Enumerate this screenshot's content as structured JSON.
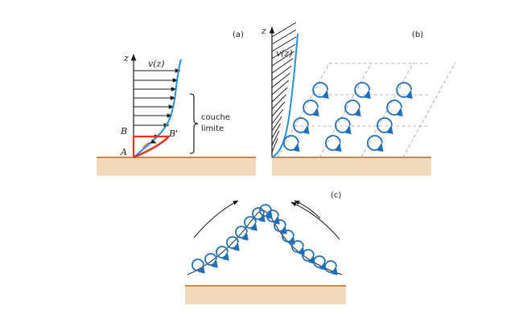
{
  "panel_a": {
    "tag": "(a)",
    "axis_label": "z",
    "velocity_label": "v(z)",
    "point_a": "A",
    "point_b": "B",
    "point_b_prime": "B'",
    "boundary_layer": [
      "couche",
      "limite"
    ]
  },
  "panel_b": {
    "tag": "(b)",
    "axis_label": "z",
    "velocity_label": "v(z)"
  },
  "panel_c": {
    "tag": "(c)"
  },
  "colors": {
    "ground": "#f2d9bc",
    "ground_edge": "#c98a52",
    "profile": "#2a8fd0",
    "vortex": "#1f6fb8",
    "deformation": "#e3321f",
    "ink": "#1a1a1a",
    "lattice": "#9a9a9a"
  }
}
